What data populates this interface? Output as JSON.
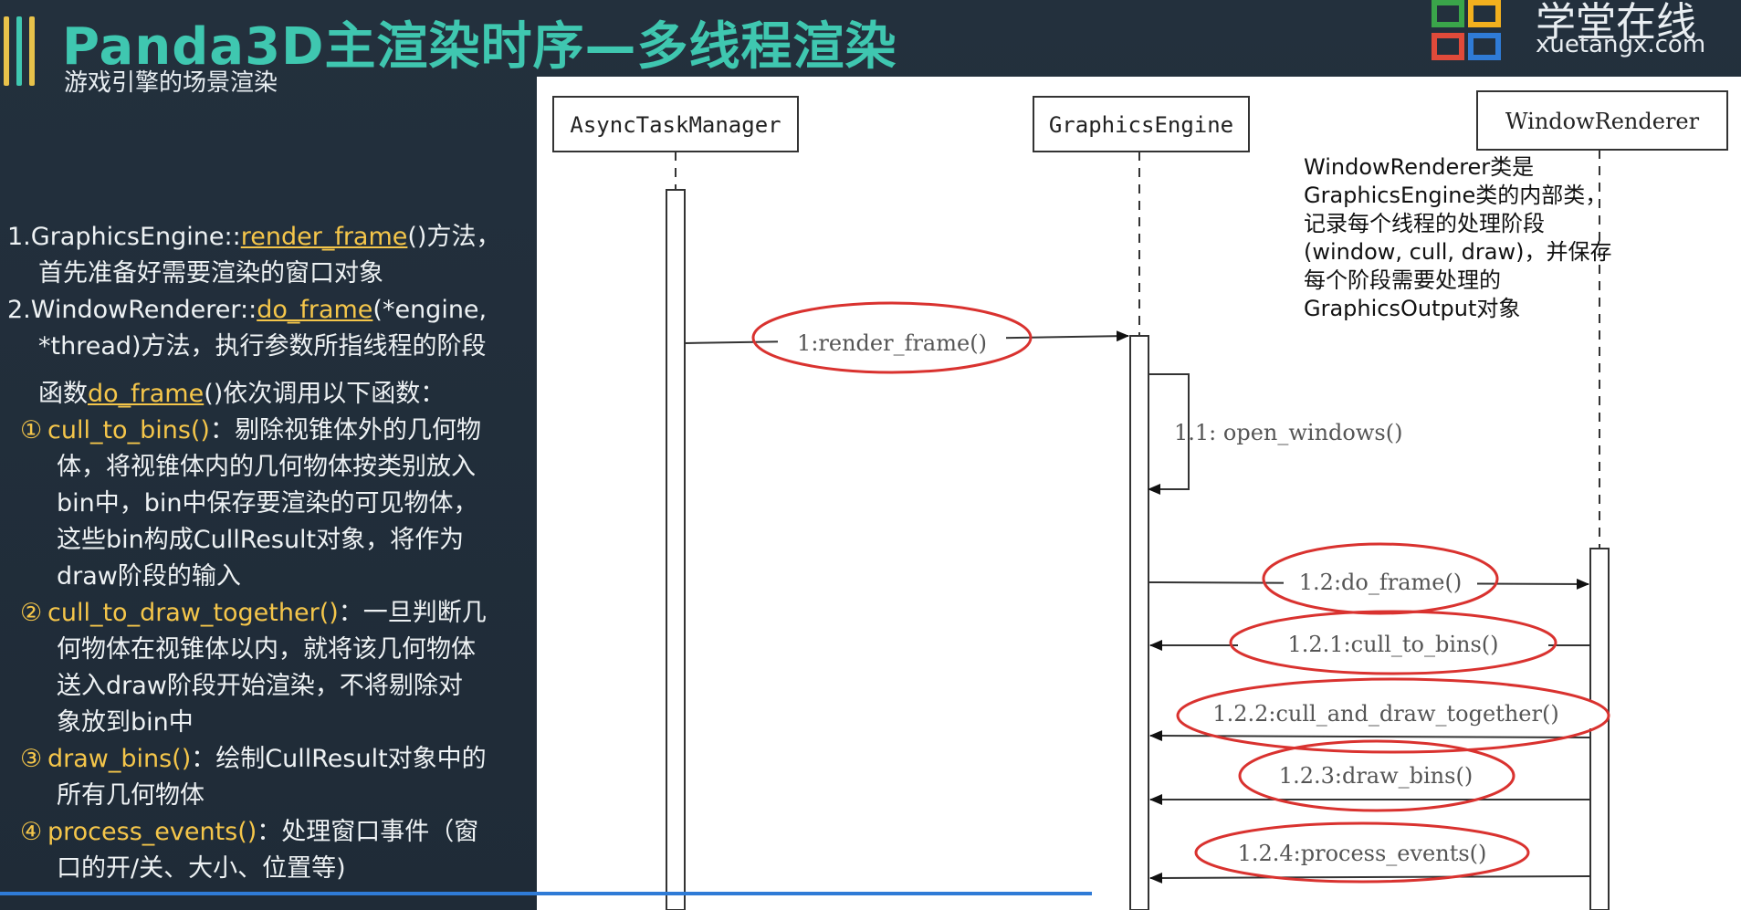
{
  "header": {
    "title": "Panda3D主渲染时序—多线程渲染",
    "subtitle": "游戏引擎的场景渲染",
    "accent_color": "#3fc7b0",
    "bar_colors": [
      "#e8c24a",
      "#3fc7b0",
      "#e8c24a"
    ]
  },
  "logo": {
    "cn": "学堂在线",
    "en": "xuetangx.com",
    "block_colors": [
      "#3aa54a",
      "#f2b01e",
      "#e04a3a",
      "#2f7bd6"
    ]
  },
  "left_panel": {
    "item1_num": "1.",
    "item1_class": "GraphicsEngine::",
    "item1_method": "render_frame",
    "item1_rest": "()方法，",
    "item1_line2": "首先准备好需要渲染的窗口对象",
    "item2_num": "2.",
    "item2_class": "WindowRenderer::",
    "item2_method": "do_frame",
    "item2_rest": "(*engine,",
    "item2_line2": "*thread)方法，执行参数所指线程的阶段",
    "intro_prefix": "函数",
    "intro_func": "do_frame",
    "intro_suffix": "()依次调用以下函数：",
    "functions": [
      {
        "marker": "①",
        "name": "cull_to_bins()",
        "desc1": "：剔除视锥体外的几何物",
        "lines": [
          "体，将视锥体内的几何物体按类别放入",
          "bin中，bin中保存要渲染的可见物体，",
          "这些bin构成CullResult对象，将作为",
          "draw阶段的输入"
        ]
      },
      {
        "marker": "②",
        "name": "cull_to_draw_together()",
        "desc1": "：一旦判断几",
        "lines": [
          "何物体在视锥体以内，就将该几何物体",
          "送入draw阶段开始渲染，不将剔除对",
          "象放到bin中"
        ]
      },
      {
        "marker": "③",
        "name": "draw_bins()",
        "desc1": "：绘制CullResult对象中的",
        "lines": [
          "所有几何物体"
        ]
      },
      {
        "marker": "④",
        "name": "process_events()",
        "desc1": "：处理窗口事件（窗",
        "lines": [
          "口的开/关、大小、位置等)"
        ]
      }
    ]
  },
  "diagram": {
    "lifelines": [
      "AsyncTaskManager",
      "GraphicsEngine",
      "WindowRenderer"
    ],
    "note": "WindowRenderer类是GraphicsEngine类的内部类，记录每个线程的处理阶段(window, cull, draw)，并保存每个阶段需要处理的GraphicsOutput对象",
    "messages": [
      {
        "label": "1:render_frame()",
        "circled": true
      },
      {
        "label": "1.1: open_windows()",
        "circled": false
      },
      {
        "label": "1.2:do_frame()",
        "circled": true
      },
      {
        "label": "1.2.1:cull_to_bins()",
        "circled": true
      },
      {
        "label": "1.2.2:cull_and_draw_together()",
        "circled": true
      },
      {
        "label": "1.2.3:draw_bins()",
        "circled": true
      },
      {
        "label": "1.2.4:process_events()",
        "circled": true
      }
    ],
    "circle_color": "#d9322f"
  },
  "progress": {
    "fraction": 0.627
  }
}
